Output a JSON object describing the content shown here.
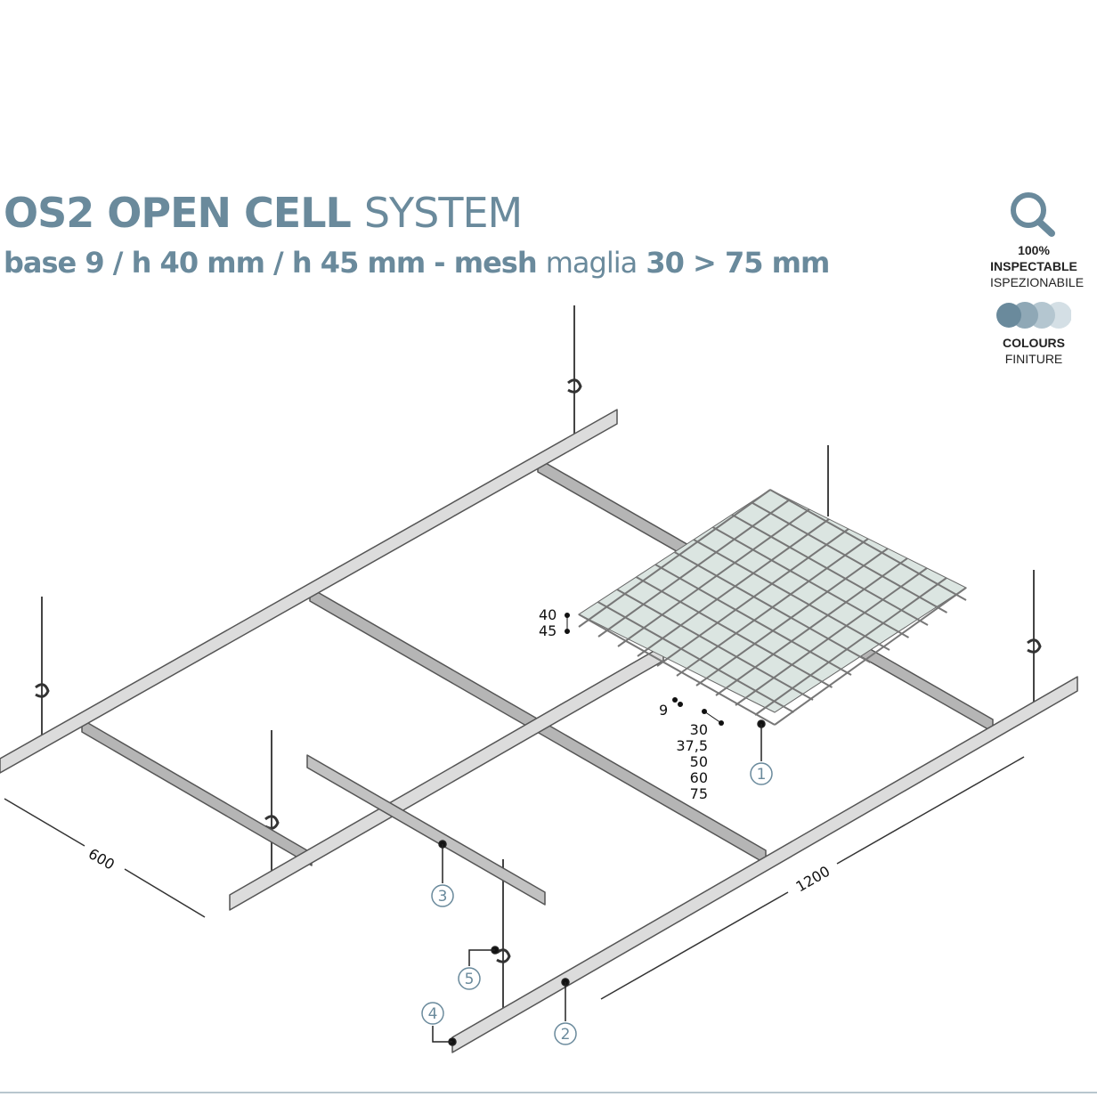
{
  "header": {
    "title_bold": "OS2 OPEN CELL",
    "title_light": "SYSTEM",
    "subtitle_bold_1": "base 9 / h 40 mm / h 45 mm - mesh",
    "subtitle_light": "maglia",
    "subtitle_bold_2": "30 > 75 mm"
  },
  "badges": {
    "inspectable": {
      "icon": "magnifier-icon",
      "line1": "100%",
      "line2": "INSPECTABLE",
      "line3": "ISPEZIONABILE"
    },
    "colours": {
      "icon": "colour-swatches-icon",
      "line1": "COLOURS",
      "line2": "FINITURE",
      "swatches": [
        "#6a8a9c",
        "#8fa8b6",
        "#b4c6d0",
        "#d4dfe5"
      ]
    }
  },
  "diagram": {
    "heights": [
      "40",
      "45"
    ],
    "base": "9",
    "mesh_sizes": [
      "30",
      "37,5",
      "50",
      "60",
      "75"
    ],
    "dimensions": {
      "short": "600",
      "long": "1200"
    },
    "callouts": [
      "1",
      "2",
      "3",
      "4",
      "5"
    ],
    "colors": {
      "accent": "#6a8a9c",
      "rail_face": "#c9c9c9",
      "rail_top": "#e6e6e6",
      "cell": "#d9e3df"
    }
  }
}
